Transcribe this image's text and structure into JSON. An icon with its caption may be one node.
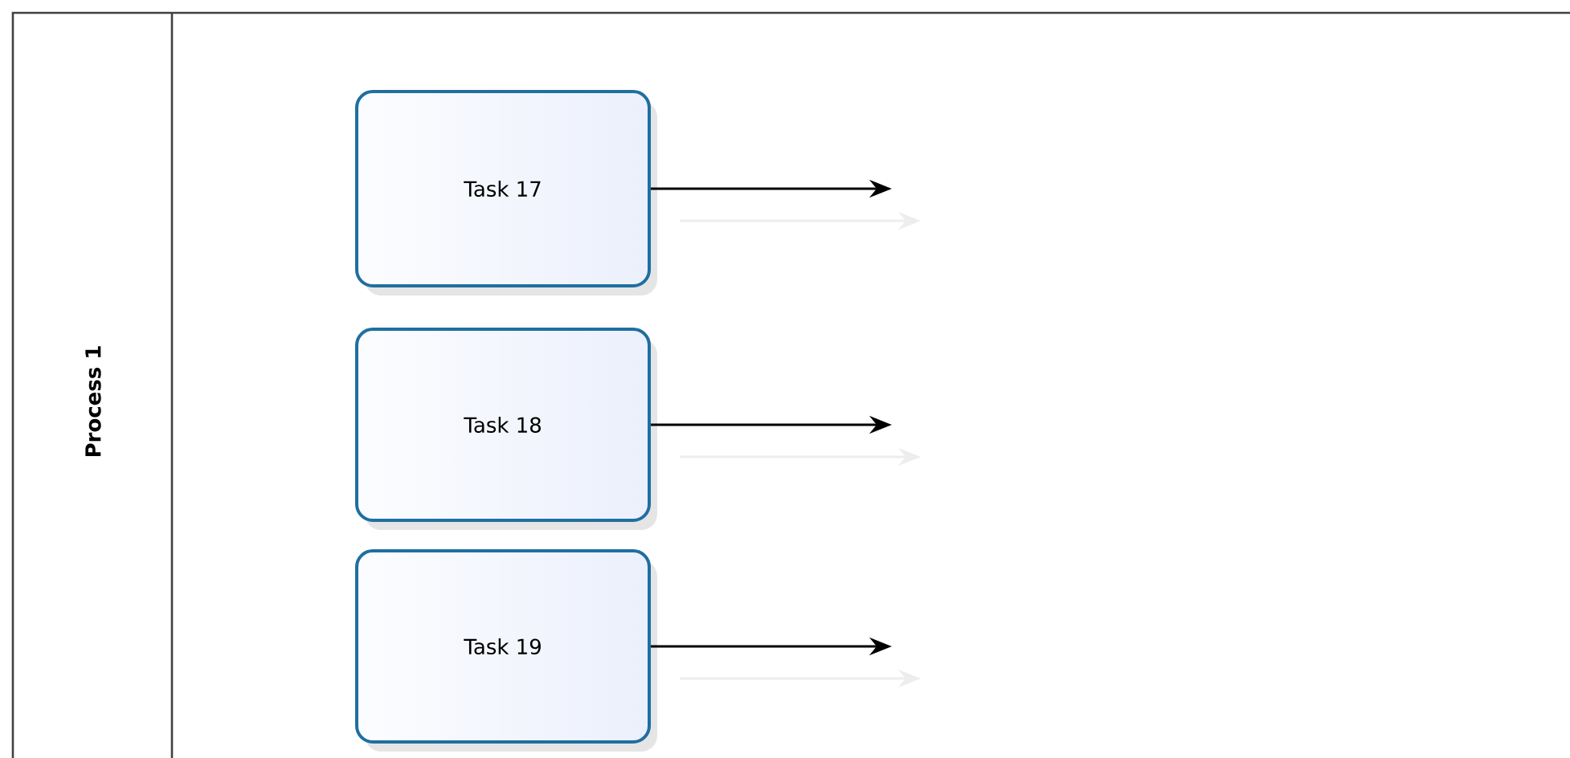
{
  "diagram": {
    "nodes": [
      {
        "text": [
          "Process 1"
        ]
      },
      {
        "text": [
          "Task 17"
        ],
        "in": 0
      },
      {
        "text": [
          "Task 18"
        ],
        "in": 0
      },
      {
        "text": [
          "Task 19"
        ],
        "in": 0
      }
    ],
    "edges": [
      {
        "from": 1,
        "to": null,
        "arrow": "to"
      },
      {
        "from": 2,
        "to": null,
        "arrow": "to"
      },
      {
        "from": 3,
        "to": null,
        "arrow": "to"
      }
    ]
  }
}
